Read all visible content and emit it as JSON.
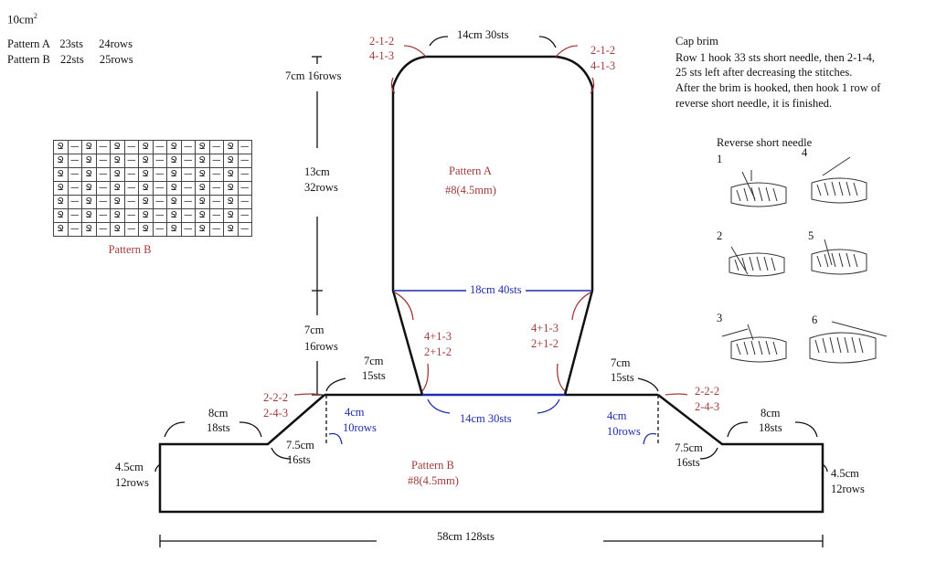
{
  "gauge": {
    "title": "10cm",
    "title_sup": "2",
    "rows": [
      {
        "name": "Pattern A",
        "sts": "23sts",
        "rows": "24rows"
      },
      {
        "name": "Pattern B",
        "sts": "22sts",
        "rows": "25rows"
      }
    ]
  },
  "swatch": {
    "label": "Pattern B",
    "symbols": [
      "Ջ",
      "—"
    ],
    "grid_rows": 7,
    "grid_cols": 14
  },
  "cap": {
    "top_width": "14cm    30sts",
    "top_left_dec": [
      "2-1-2",
      "4-1-3"
    ],
    "top_right_dec": [
      "2-1-2",
      "4-1-3"
    ],
    "top_height": "7cm    16rows",
    "mid_height": [
      "13cm",
      "32rows"
    ],
    "pattern_label": "Pattern A",
    "pattern_hook": "#8(4.5mm)",
    "mid_width": "18cm    40sts",
    "low_height": [
      "7cm",
      "16rows"
    ],
    "lower_left_inc": [
      "4+1-3",
      "2+1-2"
    ],
    "lower_right_inc": [
      "4+1-3",
      "2+1-2"
    ]
  },
  "brim": {
    "neck_width": "14cm    30sts",
    "left_shoulder": [
      "7cm",
      "15sts"
    ],
    "right_shoulder": [
      "7cm",
      "15sts"
    ],
    "left_slope_dec": [
      "2-2-2",
      "2-4-3"
    ],
    "right_slope_dec": [
      "2-2-2",
      "2-4-3"
    ],
    "left_vertical": [
      "4cm",
      "10rows"
    ],
    "right_vertical": [
      "4cm",
      "10rows"
    ],
    "left_slope": [
      "7.5cm",
      "16sts"
    ],
    "right_slope": [
      "7.5cm",
      "16sts"
    ],
    "left_top": [
      "8cm",
      "18sts"
    ],
    "right_top": [
      "8cm",
      "18sts"
    ],
    "left_side": [
      "4.5cm",
      "12rows"
    ],
    "right_side": [
      "4.5cm",
      "12rows"
    ],
    "pattern_label": "Pattern B",
    "pattern_hook": "#8(4.5mm)",
    "bottom_width": "58cm    128sts"
  },
  "instructions": {
    "title": "Cap brim",
    "lines": [
      "Row 1 hook 33 sts short needle, then 2-1-4,",
      "25 sts left after decreasing the stitches.",
      "After the brim is hooked, then hook 1 row of",
      "reverse short needle, it is finished."
    ]
  },
  "reverse": {
    "title": "Reverse short needle",
    "steps": [
      "1",
      "2",
      "3",
      "4",
      "5",
      "6"
    ]
  },
  "colors": {
    "red": "#a33a3a",
    "blue": "#1f2bb0",
    "black": "#111111"
  }
}
